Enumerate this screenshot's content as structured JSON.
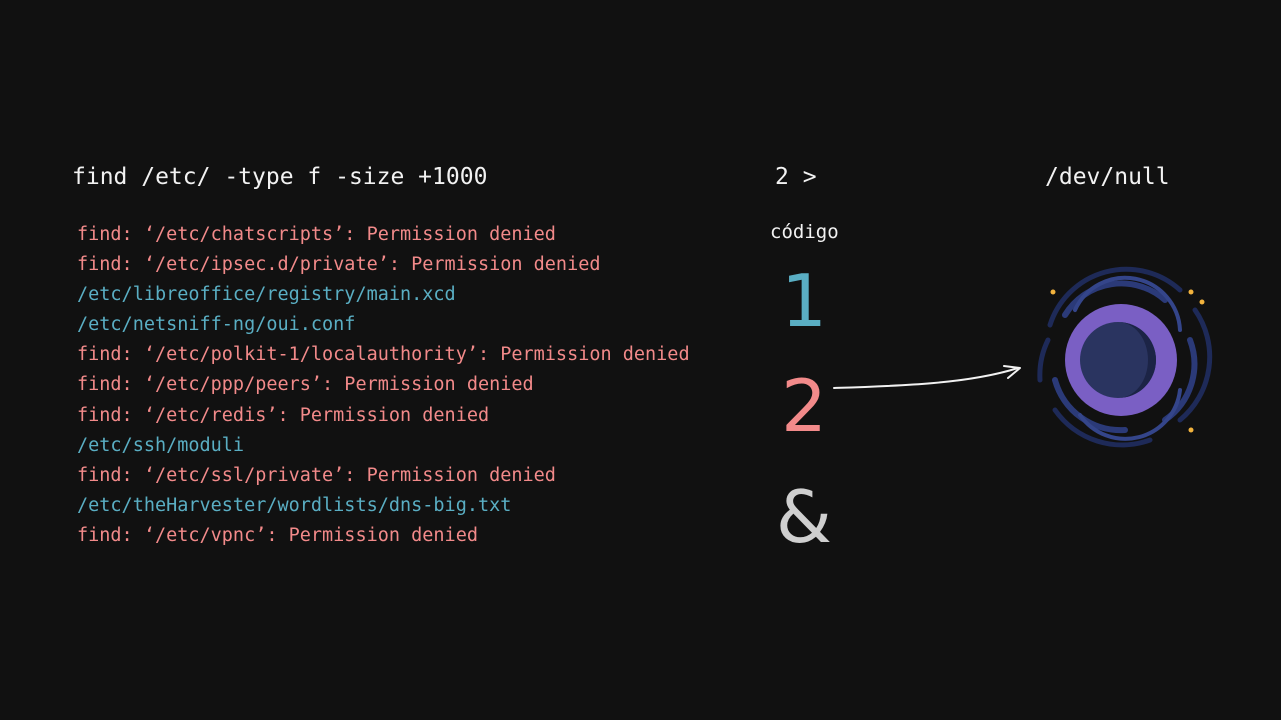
{
  "command": {
    "main": "find /etc/ -type f -size +1000",
    "redirect": "2 >",
    "target": "/dev/null"
  },
  "output_lines": [
    {
      "text": "find: ‘/etc/chatscripts’: Permission denied",
      "stream": "stderr"
    },
    {
      "text": "find: ‘/etc/ipsec.d/private’: Permission denied",
      "stream": "stderr"
    },
    {
      "text": "/etc/libreoffice/registry/main.xcd",
      "stream": "stdout"
    },
    {
      "text": "/etc/netsniff-ng/oui.conf",
      "stream": "stdout"
    },
    {
      "text": "find: ‘/etc/polkit-1/localauthority’: Permission denied",
      "stream": "stderr"
    },
    {
      "text": "find: ‘/etc/ppp/peers’: Permission denied",
      "stream": "stderr"
    },
    {
      "text": "find: ‘/etc/redis’: Permission denied",
      "stream": "stderr"
    },
    {
      "text": "/etc/ssh/moduli",
      "stream": "stdout"
    },
    {
      "text": "find: ‘/etc/ssl/private’: Permission denied",
      "stream": "stderr"
    },
    {
      "text": "/etc/theHarvester/wordlists/dns-big.txt",
      "stream": "stdout"
    },
    {
      "text": "find: ‘/etc/vpnc’: Permission denied",
      "stream": "stderr"
    }
  ],
  "codes": {
    "label": "código",
    "stdout": "1",
    "stderr": "2",
    "both": "&"
  },
  "colors": {
    "background": "#111111",
    "stdout": "#5aaec3",
    "stderr": "#f28a8a",
    "ampersand": "#cfcfcf",
    "blackhole_ring": "#7a5fc4",
    "blackhole_core": "#2a3460",
    "blackhole_swirl": "#2b3a78",
    "stars": "#f2b33d"
  },
  "icons": {
    "arrow": "curved-arrow-icon",
    "devnull": "black-hole-icon"
  }
}
